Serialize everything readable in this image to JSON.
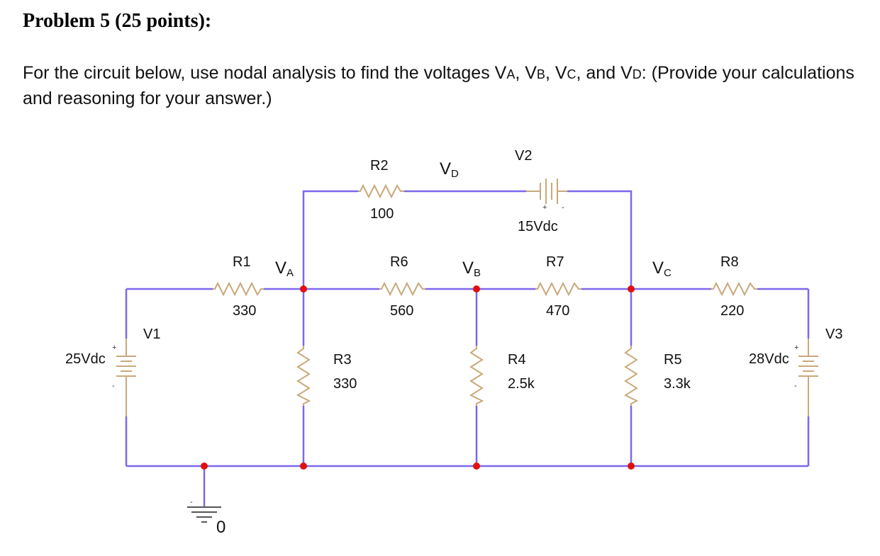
{
  "header": {
    "title": "Problem 5 (25 points):",
    "prompt_part1": "For the circuit below, use nodal analysis to find the voltages V",
    "sub_a": "A",
    "sep1": ", V",
    "sub_b": "B",
    "sep2": ", V",
    "sub_c": "C",
    "sep3": ", and V",
    "sub_d": "D",
    "prompt_part2": ": (Provide your calculations and reasoning for your answer.)"
  },
  "colors": {
    "wire": "#7b68ee",
    "component": "#c9a97a",
    "node_dot": "#e01010"
  },
  "components": {
    "R1": {
      "name": "R1",
      "value": "330"
    },
    "R2": {
      "name": "R2",
      "value": "100"
    },
    "R3": {
      "name": "R3",
      "value": "330"
    },
    "R4": {
      "name": "R4",
      "value": "2.5k"
    },
    "R5": {
      "name": "R5",
      "value": "3.3k"
    },
    "R6": {
      "name": "R6",
      "value": "560"
    },
    "R7": {
      "name": "R7",
      "value": "470"
    },
    "R8": {
      "name": "R8",
      "value": "220"
    },
    "V1": {
      "name": "V1",
      "value": "25Vdc"
    },
    "V2": {
      "name": "V2",
      "value": "15Vdc"
    },
    "V3": {
      "name": "V3",
      "value": "28Vdc"
    }
  },
  "nodes": {
    "A": {
      "main": "V",
      "sub": "A"
    },
    "B": {
      "main": "V",
      "sub": "B"
    },
    "C": {
      "main": "V",
      "sub": "C"
    },
    "D": {
      "main": "V",
      "sub": "D"
    }
  },
  "ground": {
    "label": "0"
  },
  "polarity": {
    "plus": "+",
    "minus": "-"
  }
}
